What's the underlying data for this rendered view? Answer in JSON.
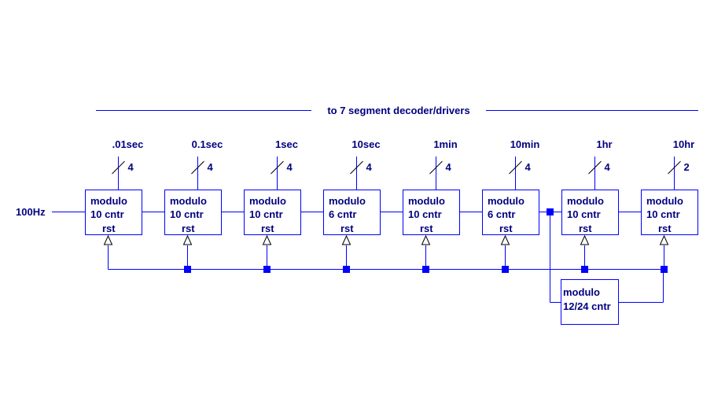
{
  "bus_label": "to 7 segment decoder/drivers",
  "input_label": "100Hz",
  "counters": [
    {
      "line1": "modulo",
      "line2": "10 cntr",
      "line3": "rst",
      "output": ".01sec",
      "bits": "4"
    },
    {
      "line1": "modulo",
      "line2": "10 cntr",
      "line3": "rst",
      "output": "0.1sec",
      "bits": "4"
    },
    {
      "line1": "modulo",
      "line2": "10 cntr",
      "line3": "rst",
      "output": "1sec",
      "bits": "4"
    },
    {
      "line1": "modulo",
      "line2": "6 cntr",
      "line3": "rst",
      "output": "10sec",
      "bits": "4"
    },
    {
      "line1": "modulo",
      "line2": "10 cntr",
      "line3": "rst",
      "output": "1min",
      "bits": "4"
    },
    {
      "line1": "modulo",
      "line2": "6 cntr",
      "line3": "rst",
      "output": "10min",
      "bits": "4"
    },
    {
      "line1": "modulo",
      "line2": "10 cntr",
      "line3": "rst",
      "output": "1hr",
      "bits": "4"
    },
    {
      "line1": "modulo",
      "line2": "10 cntr",
      "line3": "rst",
      "output": "10hr",
      "bits": "2"
    }
  ],
  "mode_counter": {
    "line1": "modulo",
    "line2": "12/24 cntr"
  },
  "colors": {
    "wire": "#0000ff",
    "text": "#000080"
  }
}
